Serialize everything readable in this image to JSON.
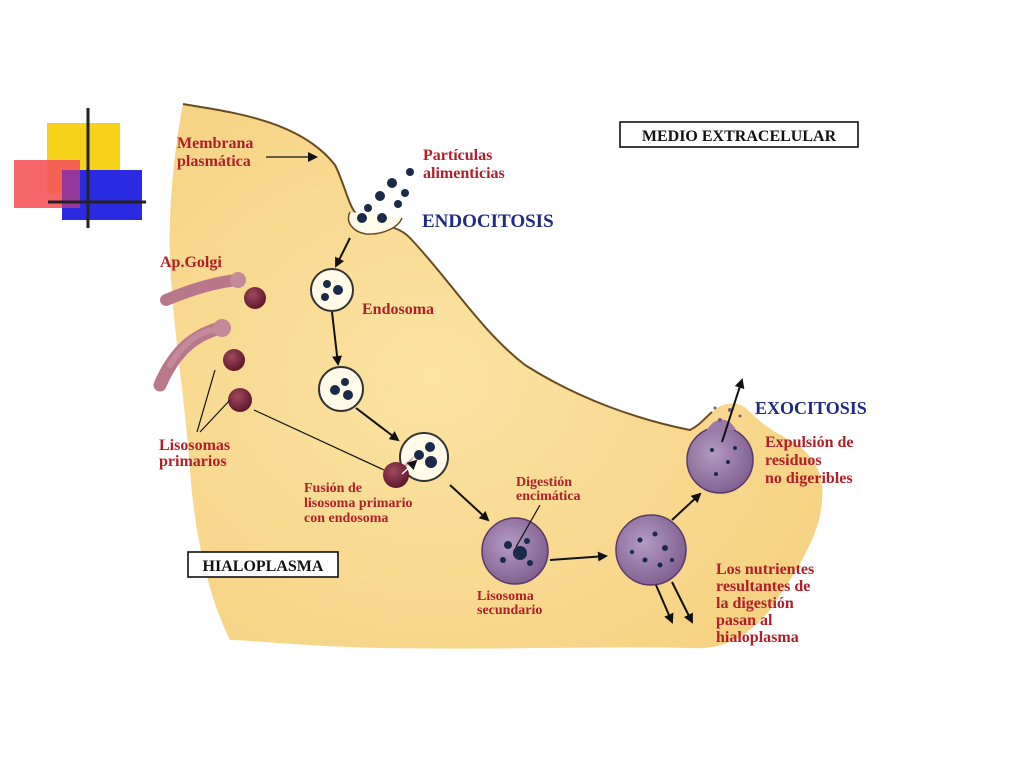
{
  "labels": {
    "medio_extracelular": "MEDIO EXTRACELULAR",
    "membrana_1": "Membrana",
    "membrana_2": "plasmática",
    "particulas_1": "Partículas",
    "particulas_2": "alimenticias",
    "endocitosis": "ENDOCITOSIS",
    "ap_golgi": "Ap.Golgi",
    "endosoma": "Endosoma",
    "lisosomas_1": "Lisosomas",
    "lisosomas_2": "primarios",
    "fusion_1": "Fusión de",
    "fusion_2": "lisosoma primario",
    "fusion_3": "con endosoma",
    "digestion_1": "Digestión",
    "digestion_2": "encimática",
    "exocitosis": "EXOCITOSIS",
    "expulsion_1": "Expulsión de",
    "expulsion_2": "residuos",
    "expulsion_3": "no digeribles",
    "hialoplasma": "HIALOPLASMA",
    "lisosoma_sec_1": "Lisosoma",
    "lisosoma_sec_2": "secundario",
    "nutrientes_1": "Los nutrientes",
    "nutrientes_2": "resultantes de",
    "nutrientes_3": "la digestión",
    "nutrientes_4": "pasan al",
    "nutrientes_5": "hialoplasma"
  },
  "colors": {
    "cytoplasm": "#f7d98c",
    "label_red": "#b0202a",
    "label_blue": "#1e2a86",
    "lysosome": "#7a2036",
    "golgi": "#b8788a",
    "vesicle_fill": "#fffbe8",
    "secondary_lysosome": "#9a7aa8",
    "particle": "#1a2a48"
  }
}
